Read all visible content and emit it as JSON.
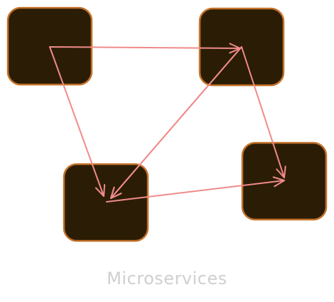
{
  "caption": "Microservices",
  "colors": {
    "node_fill": "#2b1d05",
    "node_stroke": "#c4722a",
    "arrow": "#f08a8a",
    "caption": "#cfcfcf",
    "background": "#ffffff"
  },
  "nodes": [
    {
      "id": "service-top-left"
    },
    {
      "id": "service-top-right"
    },
    {
      "id": "service-bottom-left"
    },
    {
      "id": "service-bottom-right"
    }
  ],
  "edges": [
    {
      "from": "service-top-left",
      "to": "service-top-right"
    },
    {
      "from": "service-top-left",
      "to": "service-bottom-left"
    },
    {
      "from": "service-top-right",
      "to": "service-bottom-left"
    },
    {
      "from": "service-bottom-left",
      "to": "service-top-right"
    },
    {
      "from": "service-top-right",
      "to": "service-bottom-right"
    },
    {
      "from": "service-bottom-left",
      "to": "service-bottom-right"
    }
  ]
}
